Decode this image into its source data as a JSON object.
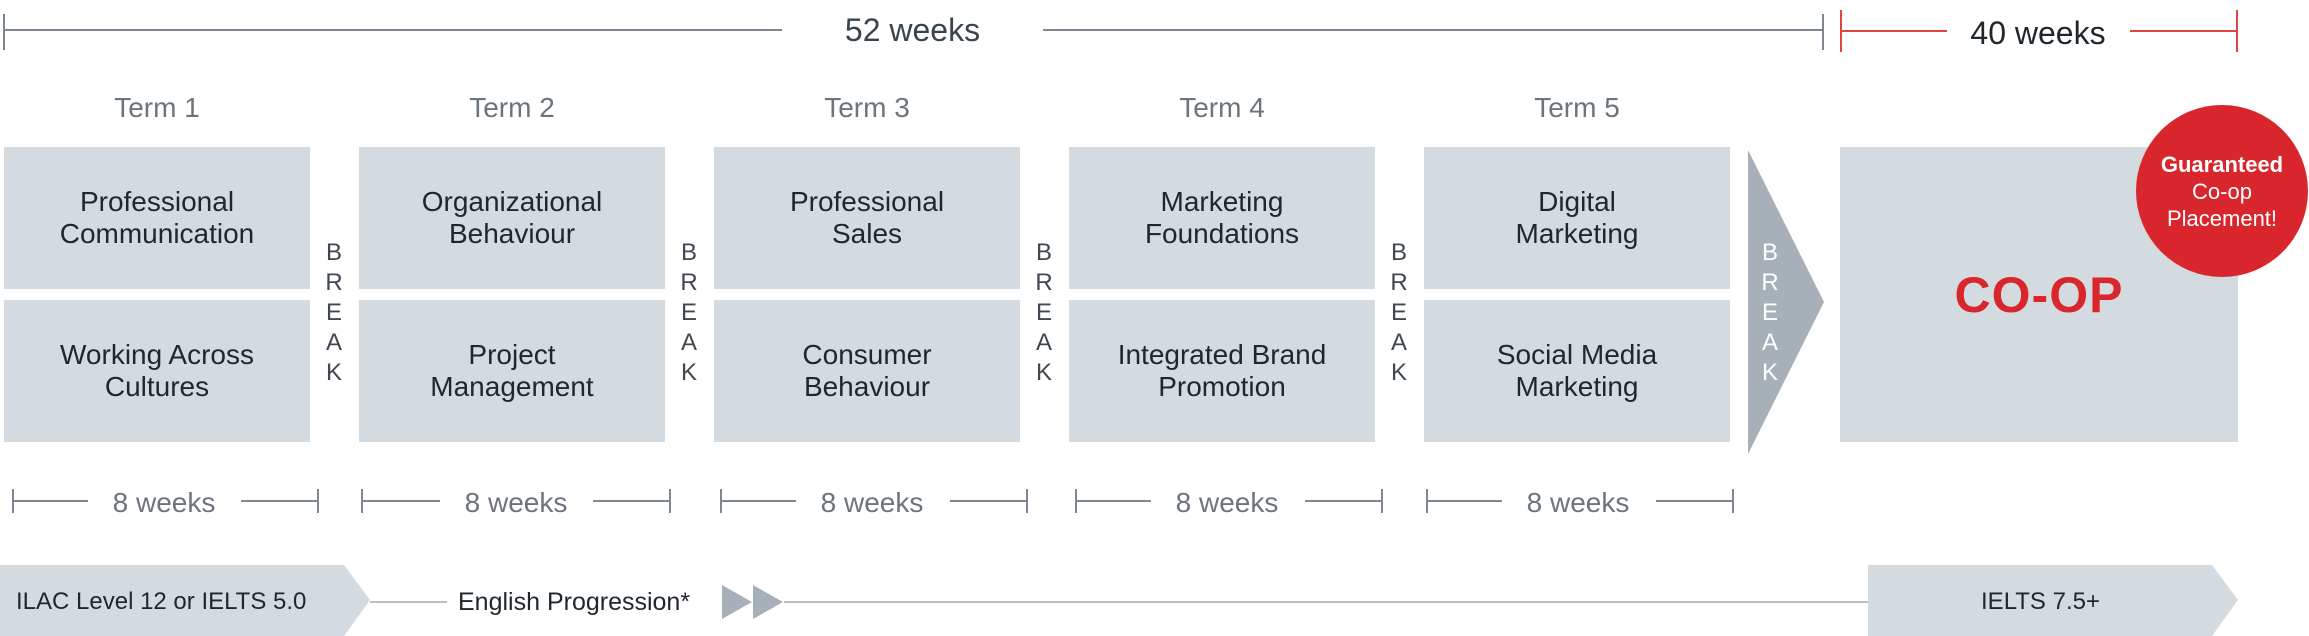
{
  "top": {
    "span_main": "52 weeks",
    "span_coop": "40 weeks"
  },
  "terms": [
    {
      "label": "Term 1",
      "course_a": "Professional\nCommunication",
      "course_b": "Working Across\nCultures",
      "duration": "8 weeks"
    },
    {
      "label": "Term 2",
      "course_a": "Organizational\nBehaviour",
      "course_b": "Project\nManagement",
      "duration": "8 weeks"
    },
    {
      "label": "Term 3",
      "course_a": "Professional\nSales",
      "course_b": "Consumer\nBehaviour",
      "duration": "8 weeks"
    },
    {
      "label": "Term 4",
      "course_a": "Marketing\nFoundations",
      "course_b": "Integrated Brand\nPromotion",
      "duration": "8 weeks"
    },
    {
      "label": "Term 5",
      "course_a": "Digital\nMarketing",
      "course_b": "Social Media\nMarketing",
      "duration": "8 weeks"
    }
  ],
  "break_letters": [
    "B",
    "R",
    "E",
    "A",
    "K"
  ],
  "coop": {
    "label": "CO-OP",
    "badge_line1": "Guaranteed",
    "badge_line2": "Co-op",
    "badge_line3": "Placement!"
  },
  "english": {
    "entry": "ILAC Level 12 or IELTS 5.0",
    "progression": "English Progression*",
    "exit": "IELTS 7.5+"
  },
  "colors": {
    "box": "#d3dbe0",
    "arrow": "#a7b0b8",
    "accent_red": "#d9262d",
    "line": "#7f8891"
  }
}
